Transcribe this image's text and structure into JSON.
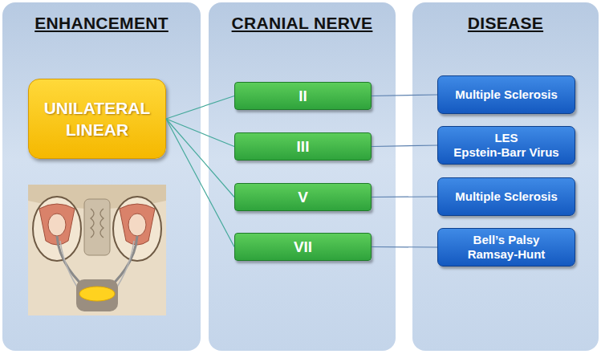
{
  "diagram": {
    "nodes": [
      {
        "text": [
          "ENHANCEMENT"
        ]
      },
      {
        "text": [
          "UNILATERAL",
          "LINEAR"
        ],
        "in": 0
      },
      {
        "text": [
          "CRANIAL NERVE"
        ]
      },
      {
        "text": [
          "II"
        ],
        "in": 2
      },
      {
        "text": [
          "III"
        ],
        "in": 2
      },
      {
        "text": [
          "V"
        ],
        "in": 2
      },
      {
        "text": [
          "VII"
        ],
        "in": 2
      },
      {
        "text": [
          "DISEASE"
        ]
      },
      {
        "text": [
          "Multiple Sclerosis"
        ],
        "in": 7
      },
      {
        "text": [
          "LES",
          "Epstein-Barr Virus"
        ],
        "in": 7
      },
      {
        "text": [
          "Multiple Sclerosis"
        ],
        "in": 7
      },
      {
        "text": [
          "Bell’s Palsy",
          "Ramsay-Hunt"
        ],
        "in": 7
      }
    ],
    "edges": [
      {
        "from": 1,
        "to": 3,
        "arrow": "none"
      },
      {
        "from": 1,
        "to": 4,
        "arrow": "none"
      },
      {
        "from": 1,
        "to": 5,
        "arrow": "none"
      },
      {
        "from": 1,
        "to": 6,
        "arrow": "none"
      },
      {
        "from": 3,
        "to": 8,
        "arrow": "none"
      },
      {
        "from": 4,
        "to": 9,
        "arrow": "none"
      },
      {
        "from": 5,
        "to": 10,
        "arrow": "none"
      },
      {
        "from": 6,
        "to": 11,
        "arrow": "none"
      }
    ]
  }
}
